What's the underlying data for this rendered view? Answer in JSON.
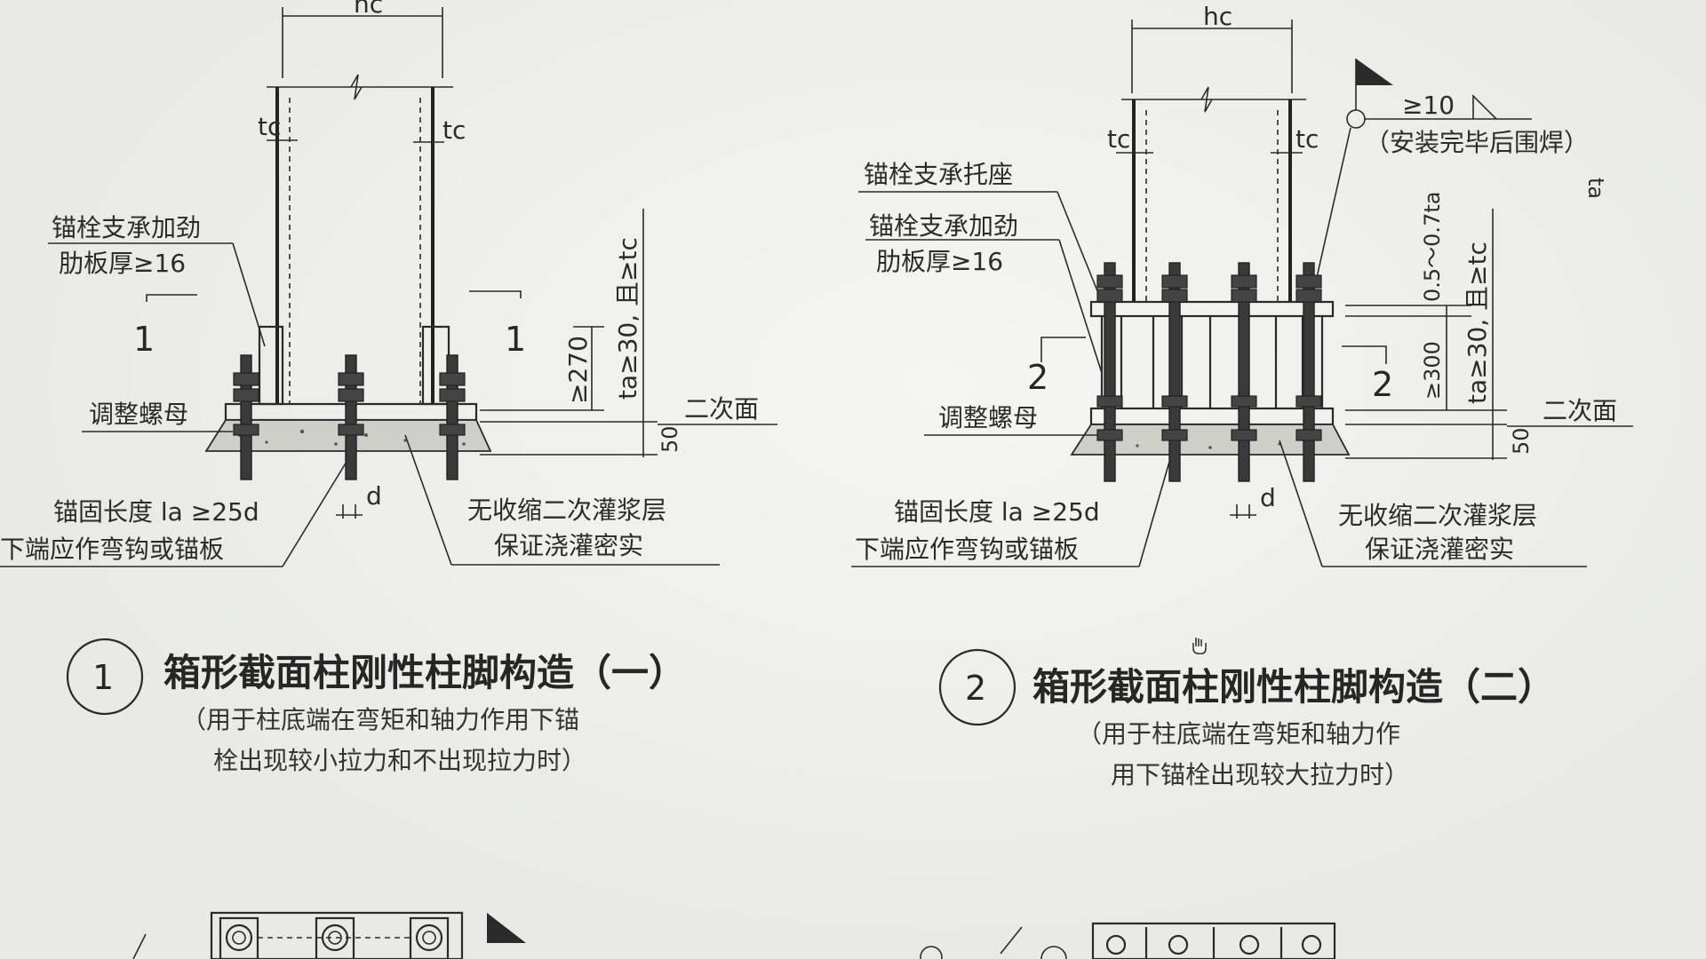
{
  "detail1": {
    "dim_hc": "hc",
    "dim_tc_left": "tc",
    "dim_tc_right": "tc",
    "rib_label_line1": "锚栓支承加劲",
    "rib_label_line2": "肋板厚≥16",
    "section_mark_left": "1",
    "section_mark_right": "1",
    "dim_270": "≥270",
    "dim_ta": "ta≥30, 且≥tc",
    "dim_50": "50",
    "secondary_surface": "二次面",
    "nut_label": "调整螺母",
    "anchor_line1": "锚固长度 la ≥25d",
    "anchor_line2": "下端应作弯钩或锚板",
    "dim_d": "d",
    "grout_line1": "无收缩二次灌浆层",
    "grout_line2": "保证浇灌密实",
    "number": "1",
    "title": "箱形截面柱刚性柱脚构造（一）",
    "note_line1": "（用于柱底端在弯矩和轴力作用下锚",
    "note_line2": "栓出现较小拉力和不出现拉力时）"
  },
  "detail2": {
    "dim_hc": "hc",
    "dim_tc_left": "tc",
    "dim_tc_right": "tc",
    "weld_size": "≥10",
    "weld_note": "（安装完毕后围焊）",
    "weld_ta": "ta",
    "support_label": "锚栓支承托座",
    "rib_label_line1": "锚栓支承加劲",
    "rib_label_line2": "肋板厚≥16",
    "section_mark_left": "2",
    "section_mark_right": "2",
    "dim_300": "≥300",
    "dim_07": "0.5～0.7ta",
    "dim_ta": "ta≥30, 且≥tc",
    "dim_50": "50",
    "secondary_surface": "二次面",
    "nut_label": "调整螺母",
    "anchor_line1": "锚固长度 la ≥25d",
    "anchor_line2": "下端应作弯钩或锚板",
    "dim_d": "d",
    "grout_line1": "无收缩二次灌浆层",
    "grout_line2": "保证浇灌密实",
    "number": "2",
    "title": "箱形截面柱刚性柱脚构造（二）",
    "note_line1": "（用于柱底端在弯矩和轴力作",
    "note_line2": "用下锚栓出现较大拉力时）"
  }
}
